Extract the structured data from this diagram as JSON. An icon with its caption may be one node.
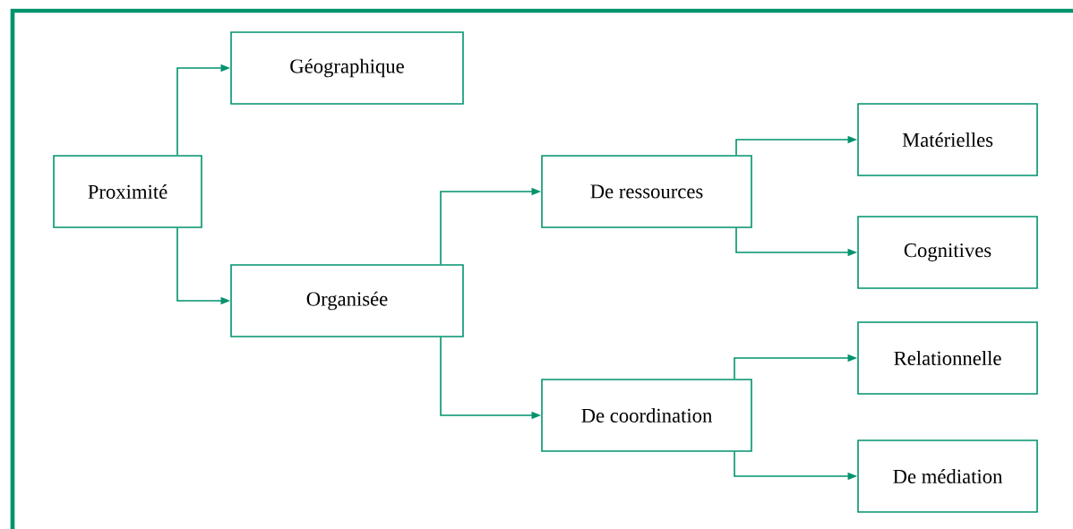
{
  "diagram": {
    "nodes": [
      {
        "text": [
          "Proximité"
        ]
      },
      {
        "text": [
          "Géographique"
        ]
      },
      {
        "text": [
          "Organisée"
        ]
      },
      {
        "text": [
          "De ressources"
        ]
      },
      {
        "text": [
          "De coordination"
        ]
      },
      {
        "text": [
          "Matérielles"
        ]
      },
      {
        "text": [
          "Cognitives"
        ]
      },
      {
        "text": [
          "Relationnelle"
        ]
      },
      {
        "text": [
          "De médiation"
        ]
      }
    ],
    "edges": [
      {
        "from": 0,
        "to": 1,
        "arrow": "to"
      },
      {
        "from": 0,
        "to": 2,
        "arrow": "to"
      },
      {
        "from": 2,
        "to": 3,
        "arrow": "to"
      },
      {
        "from": 2,
        "to": 4,
        "arrow": "to"
      },
      {
        "from": 3,
        "to": 5,
        "arrow": "to"
      },
      {
        "from": 3,
        "to": 6,
        "arrow": "to"
      },
      {
        "from": 4,
        "to": 7,
        "arrow": "to"
      },
      {
        "from": 4,
        "to": 8,
        "arrow": "to"
      }
    ]
  }
}
